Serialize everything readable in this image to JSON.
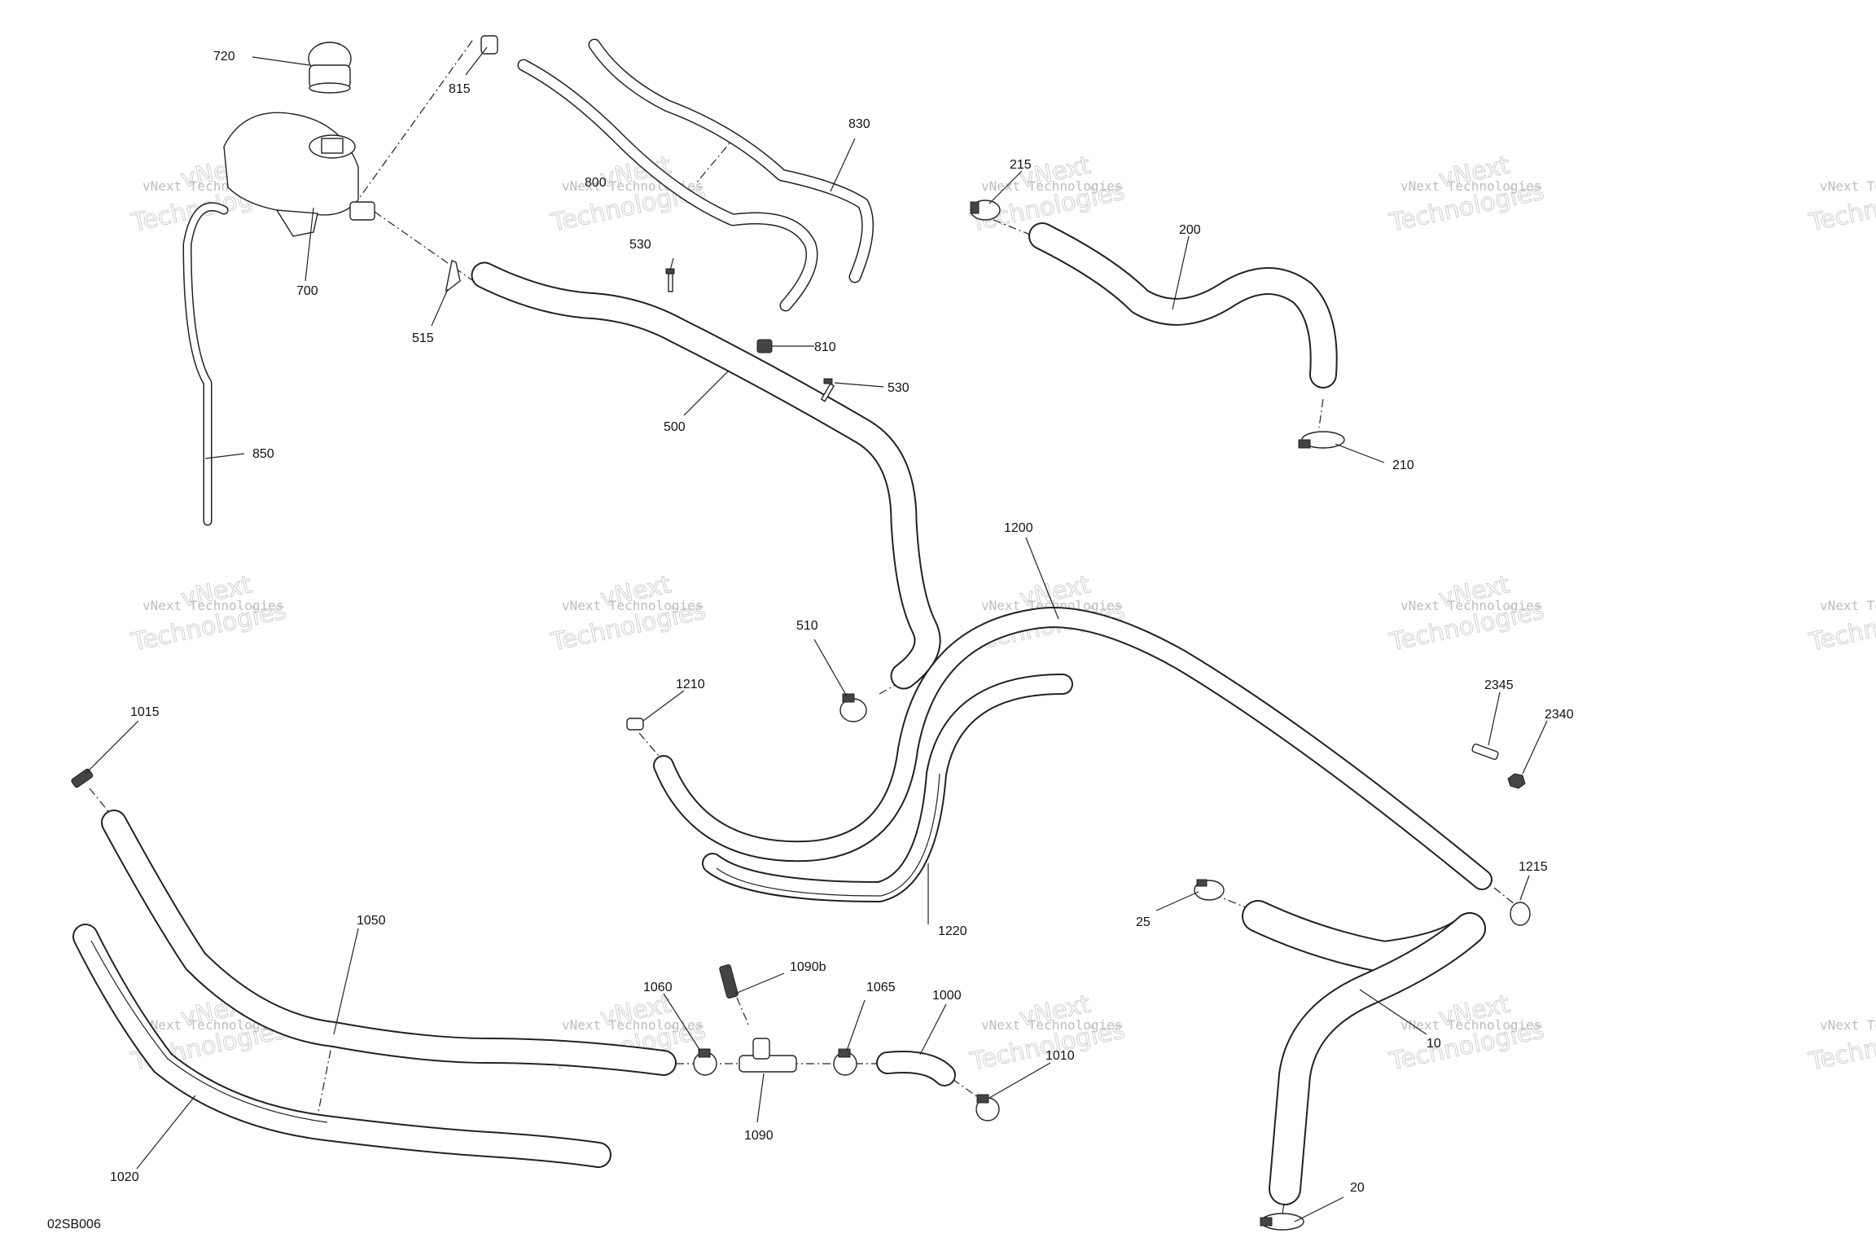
{
  "diagram": {
    "code": "02SB006",
    "watermark": {
      "line1": "vNext Technologies",
      "line2": "vNext",
      "line3": "Technologies"
    },
    "callouts": {
      "c720": "720",
      "c815": "815",
      "c830": "830",
      "c800": "800",
      "c700": "700",
      "c530a": "530",
      "c515": "515",
      "c810": "810",
      "c530b": "530",
      "c500": "500",
      "c850": "850",
      "c215": "215",
      "c200": "200",
      "c210": "210",
      "c1200": "1200",
      "c510": "510",
      "c1210": "1210",
      "c1015": "1015",
      "c2345": "2345",
      "c2340": "2340",
      "c1215": "1215",
      "c1220": "1220",
      "c25": "25",
      "c1050": "1050",
      "c1060": "1060",
      "c1090b": "1090b",
      "c1065": "1065",
      "c1000": "1000",
      "c1010": "1010",
      "c10": "10",
      "c1090": "1090",
      "c1020": "1020",
      "c20": "20"
    }
  }
}
